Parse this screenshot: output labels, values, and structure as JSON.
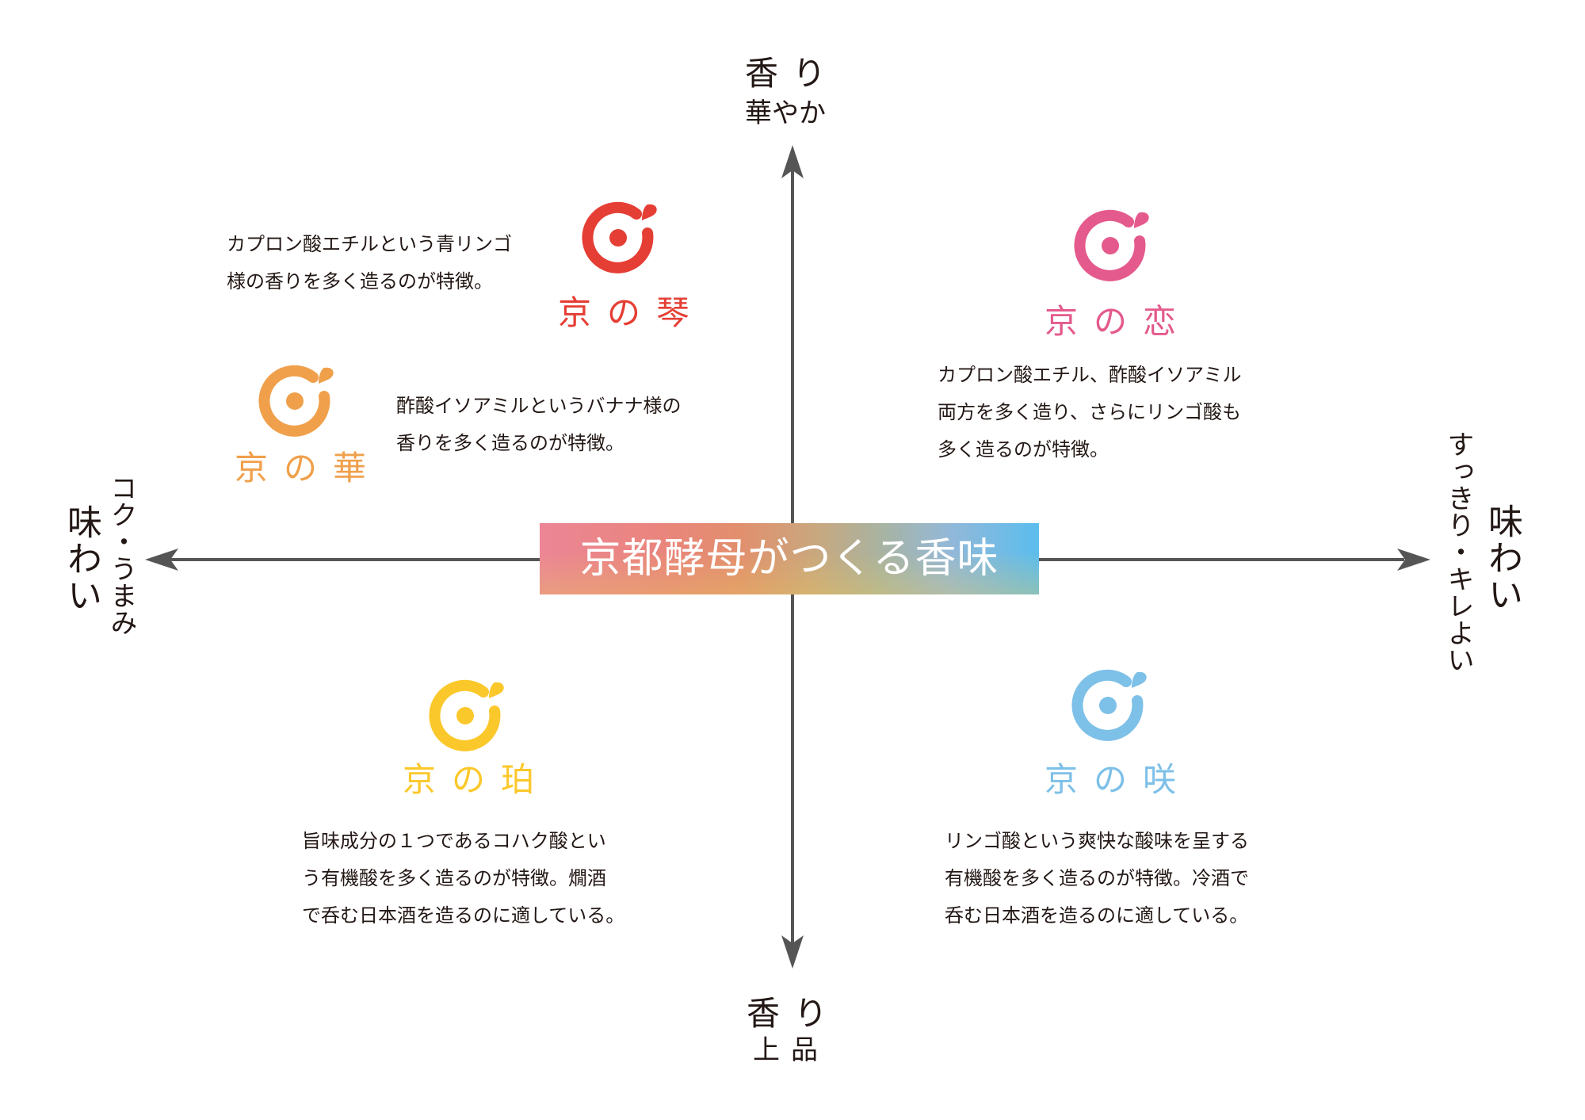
{
  "title": "京都酵母がつくる香味",
  "axes": {
    "top": {
      "main": "香り",
      "sub": "華やか"
    },
    "bottom": {
      "main": "香り",
      "sub": "上品"
    },
    "left": {
      "main": "味わい",
      "sub": "コク・うまみ"
    },
    "right": {
      "main": "味わい",
      "sub": "すっきり・キレよい"
    },
    "color": "#555555"
  },
  "yeasts": {
    "koto": {
      "name": "京の琴",
      "color": "#e53e34",
      "icon": "yeast-ring-logo-icon",
      "description": [
        "カプロン酸エチルという青リンゴ",
        "様の香りを多く造るのが特徴。"
      ]
    },
    "hana": {
      "name": "京の華",
      "color": "#f0a04b",
      "icon": "yeast-ring-logo-icon",
      "description": [
        "酢酸イソアミルというバナナ様の",
        "香りを多く造るのが特徴。"
      ]
    },
    "koi": {
      "name": "京の恋",
      "color": "#e45a8c",
      "icon": "yeast-ring-logo-icon",
      "description": [
        "カプロン酸エチル、酢酸イソアミル",
        "両方を多く造り、さらにリンゴ酸も",
        "多く造るのが特徴。"
      ]
    },
    "haku": {
      "name": "京の珀",
      "color": "#fbc82b",
      "icon": "yeast-ring-logo-icon",
      "description": [
        "旨味成分の１つであるコハク酸とい",
        "う有機酸を多く造るのが特徴。燗酒",
        "で呑む日本酒を造るのに適している。"
      ]
    },
    "saki": {
      "name": "京の咲",
      "color": "#7dc0e8",
      "icon": "yeast-ring-logo-icon",
      "description": [
        "リンゴ酸という爽快な酸味を呈する",
        "有機酸を多く造るのが特徴。冷酒で",
        "呑む日本酒を造るのに適している。"
      ]
    }
  }
}
